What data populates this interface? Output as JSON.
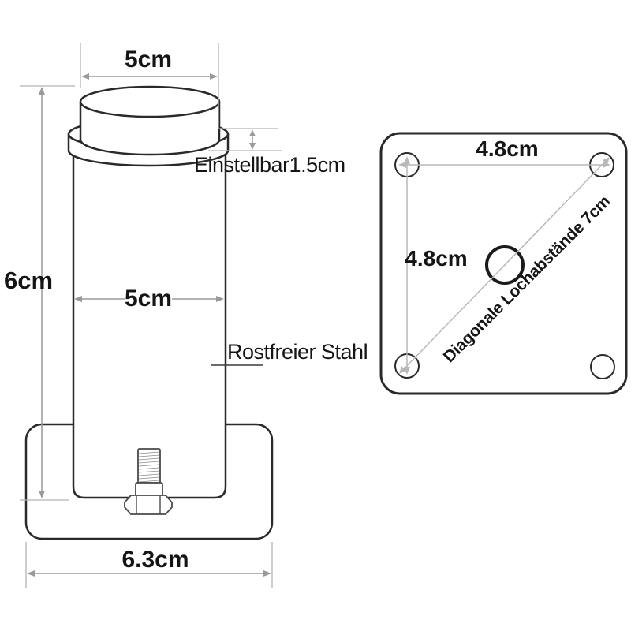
{
  "diagram": {
    "title_implicit": "adjustable furniture leg technical drawing",
    "leg": {
      "cap_width": "5cm",
      "adjustable_note": "Einstellbar1.5cm",
      "height": "6cm",
      "body_width": "5cm",
      "material": "Rostfreier Stahl",
      "base_width": "6.3cm"
    },
    "plate": {
      "hole_spacing_horizontal": "4.8cm",
      "hole_spacing_vertical": "4.8cm",
      "diagonal_note": "Diagonale Lochabstände 7cm"
    },
    "colors": {
      "background": "#ffffff",
      "outline": "#2a2a2a",
      "dimension_line": "#9a9a9a",
      "extension_line": "#b3b3b3",
      "plate_dimension_line": "#b8b8b8",
      "text": "#151515"
    }
  }
}
